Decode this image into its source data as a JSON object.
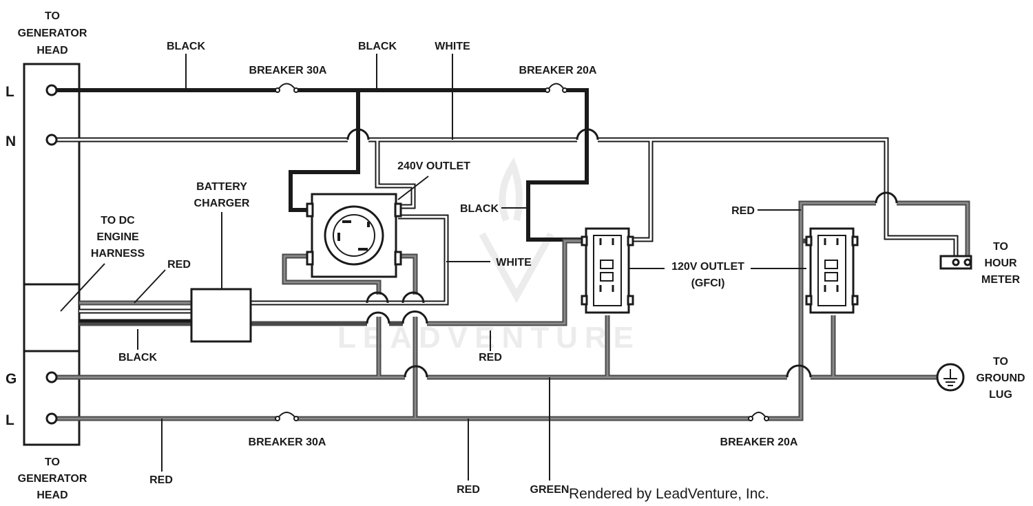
{
  "terminals": {
    "l_top": "L",
    "n": "N",
    "g": "G",
    "l_bottom": "L"
  },
  "labels": {
    "to_generator_head_top": [
      "TO",
      "GENERATOR",
      "HEAD"
    ],
    "to_generator_head_bottom": [
      "TO",
      "GENERATOR",
      "HEAD"
    ],
    "to_dc_engine_harness": [
      "TO DC",
      "ENGINE",
      "HARNESS"
    ],
    "battery_charger": [
      "BATTERY",
      "CHARGER"
    ],
    "outlet_240v": "240V OUTLET",
    "outlet_120v_gfci": [
      "120V OUTLET",
      "(GFCI)"
    ],
    "to_hour_meter": [
      "TO",
      "HOUR",
      "METER"
    ],
    "to_ground_lug": [
      "TO",
      "GROUND",
      "LUG"
    ],
    "breaker_30a_top": "BREAKER 30A",
    "breaker_20a_top": "BREAKER 20A",
    "breaker_30a_bottom": "BREAKER 30A",
    "breaker_20a_bottom": "BREAKER 20A"
  },
  "wire_labels": {
    "black_1": "BLACK",
    "black_2": "BLACK",
    "white_top": "WHITE",
    "black_mid": "BLACK",
    "white_mid": "WHITE",
    "red_charger": "RED",
    "black_charger": "BLACK",
    "red_mid": "RED",
    "red_right": "RED",
    "red_bottom_left": "RED",
    "red_bottom_mid": "RED",
    "green": "GREEN"
  },
  "watermark": "LEADVENTURE",
  "credit": "Rendered by LeadVenture, Inc.",
  "colors": {
    "black_wire": "#1a1a1a",
    "white_wire_outline": "#1a1a1a",
    "white_wire_fill": "#ffffff",
    "red_wire": "#555555",
    "red_wire_core": "#8a8a8a",
    "watermark": "#ececec"
  }
}
